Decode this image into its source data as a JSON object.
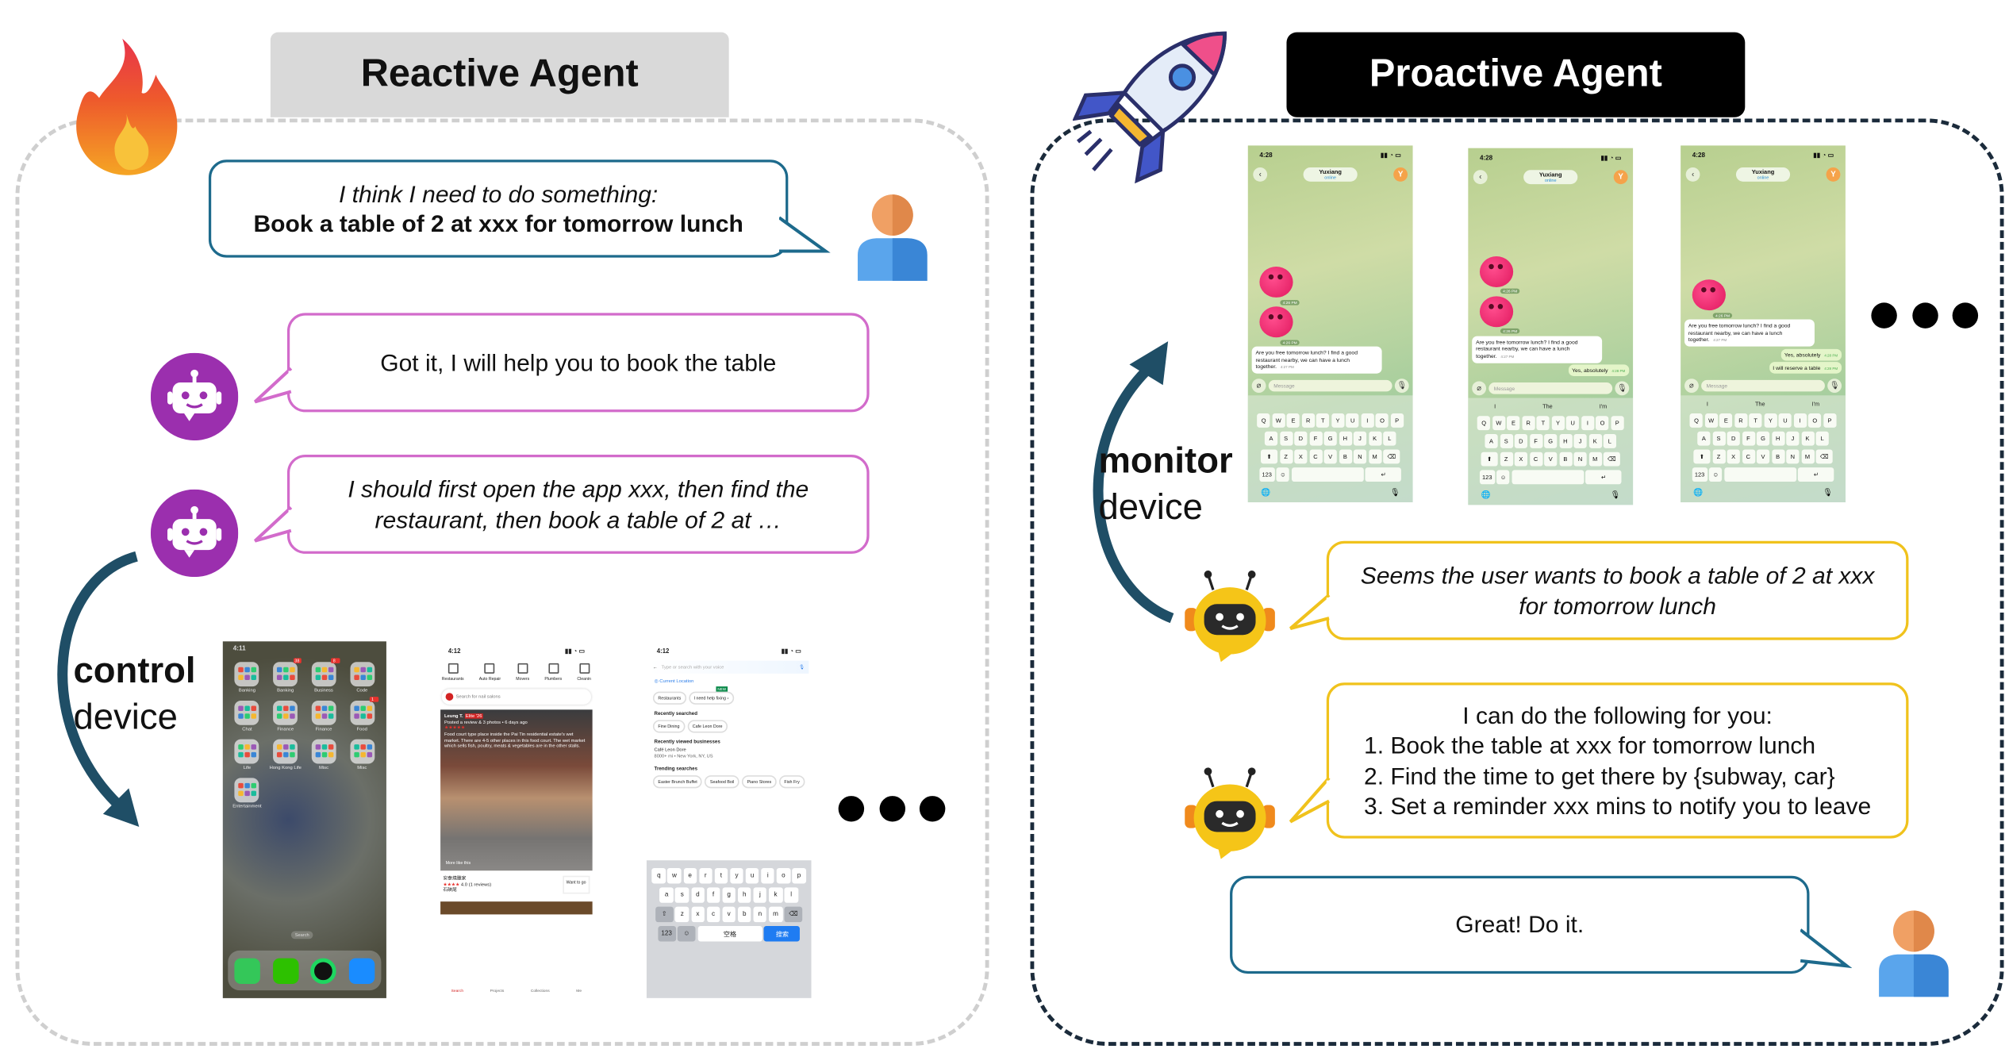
{
  "left": {
    "title": "Reactive Agent",
    "user_bubble": {
      "line1": "I think I need to do something:",
      "line2": "Book a table of 2 at xxx for tomorrow lunch"
    },
    "agent_bubble_1": "Got it, I will help you to book the table",
    "agent_bubble_2": {
      "line1": "I should first open the app xxx, then find the",
      "line2": "restaurant, then book a table of 2 at …"
    },
    "side_label": {
      "bold": "control",
      "normal": "device"
    },
    "home_screen": {
      "time": "4:11",
      "folders": [
        {
          "label": "Banking",
          "badge": ""
        },
        {
          "label": "Banking",
          "badge": "38"
        },
        {
          "label": "Business",
          "badge": "8"
        },
        {
          "label": "Code",
          "badge": ""
        },
        {
          "label": "Chat",
          "badge": ""
        },
        {
          "label": "Finance",
          "badge": ""
        },
        {
          "label": "Finance",
          "badge": ""
        },
        {
          "label": "Food",
          "badge": "1"
        },
        {
          "label": "Life",
          "badge": ""
        },
        {
          "label": "Hong Kong Life",
          "badge": ""
        },
        {
          "label": "Misc",
          "badge": ""
        },
        {
          "label": "Misc",
          "badge": ""
        },
        {
          "label": "Entertainment",
          "badge": ""
        }
      ],
      "search": "Search"
    },
    "yelp_screen": {
      "time": "4:12",
      "categories": [
        "Restaurants",
        "Auto Repair",
        "Movers",
        "Plumbers",
        "Cleanin"
      ],
      "search_placeholder": "Search for nail salons",
      "reviewer": "Leung T.",
      "elite": "Elite '26",
      "posted": "Posted a review & 3 photos • 6 days ago",
      "review": "Food court type place inside the Pai Tin residential estate's wet market. There are 4-5 other places in this food court. The wet market which sells fish, poultry, meats & vegetables are in the other stalls.",
      "more_like_this": "More like this",
      "biz_name": "安泰燒臘家",
      "rating": "4.0 (1 reviews)",
      "area": "石硤尾",
      "want_to_go": "Want to go",
      "tabs": [
        "Search",
        "Projects",
        "Collections",
        "Me"
      ]
    },
    "search_screen": {
      "time": "4:12",
      "placeholder": "Type or search with your voice",
      "current_location": "Current Location",
      "chips": [
        "Restaurants",
        "I need help fixing"
      ],
      "new_badge": "NEW",
      "recently_searched_title": "Recently searched",
      "recently_searched": [
        "Fine Dining",
        "Cafe Leon Dore"
      ],
      "recently_viewed_title": "Recently viewed businesses",
      "viewed_name": "Café Leon Dore",
      "viewed_meta": "8000+ mi • New York, NY, US",
      "trending_title": "Trending searches",
      "trending": [
        "Easter Brunch Buffet",
        "Seafood Boil",
        "Piano Stores",
        "Fish Fry"
      ],
      "keyboard": [
        [
          "q",
          "w",
          "e",
          "r",
          "t",
          "y",
          "u",
          "i",
          "o",
          "p"
        ],
        [
          "a",
          "s",
          "d",
          "f",
          "g",
          "h",
          "j",
          "k",
          "l"
        ],
        [
          "⇧",
          "z",
          "x",
          "c",
          "v",
          "b",
          "n",
          "m",
          "⌫"
        ]
      ],
      "key_123": "123",
      "key_space": "空格",
      "key_search": "搜索"
    }
  },
  "right": {
    "title": "Proactive Agent",
    "side_label": {
      "bold": "monitor",
      "normal": "device"
    },
    "chat_screens": [
      {
        "time": "4:28",
        "contact": "Yuxiang",
        "status": "online",
        "stickers": [
          "4:26 PM",
          "4:26 PM"
        ],
        "incoming": "Are you free tomorrow lunch? I find a good restaurant nearby, we can have a lunch together.",
        "incoming_time": "4:27 PM",
        "outgoing": [],
        "suggestions": []
      },
      {
        "time": "4:28",
        "contact": "Yuxiang",
        "status": "online",
        "stickers": [
          "4:26 PM",
          "4:26 PM"
        ],
        "incoming": "Are you free tomorrow lunch? I find a good restaurant nearby, we can have a lunch together.",
        "incoming_time": "4:27 PM",
        "outgoing": [
          {
            "text": "Yes, absolutely",
            "time": "4:28 PM"
          }
        ],
        "suggestions": [
          "I",
          "The",
          "I'm"
        ]
      },
      {
        "time": "4:28",
        "contact": "Yuxiang",
        "status": "online",
        "stickers": [
          "4:26 PM"
        ],
        "incoming": "Are you free tomorrow lunch? I find a good restaurant nearby, we can have a lunch together.",
        "incoming_time": "4:27 PM",
        "outgoing": [
          {
            "text": "Yes, absolutely",
            "time": "4:28 PM"
          },
          {
            "text": "I will reserve a table",
            "time": "4:28 PM"
          }
        ],
        "suggestions": [
          "I",
          "The",
          "I'm"
        ]
      }
    ],
    "chat_input_placeholder": "Message",
    "chat_keyboard": [
      [
        "Q",
        "W",
        "E",
        "R",
        "T",
        "Y",
        "U",
        "I",
        "O",
        "P"
      ],
      [
        "A",
        "S",
        "D",
        "F",
        "G",
        "H",
        "J",
        "K",
        "L"
      ],
      [
        "⬆",
        "Z",
        "X",
        "C",
        "V",
        "B",
        "N",
        "M",
        "⌫"
      ]
    ],
    "chat_key_123": "123",
    "agent_bubble_1": {
      "line1": "Seems the user wants to book a table of 2 at xxx",
      "line2": "for tomorrow lunch"
    },
    "agent_bubble_2": {
      "intro": "I can do the following for you:",
      "items": [
        "1.   Book the table at xxx for tomorrow lunch",
        "2.   Find the time to get there by {subway, car}",
        "3.   Set a reminder xxx mins to notify you to leave"
      ]
    },
    "user_bubble": "Great! Do it."
  },
  "colors": {
    "blue_border": "#1d6a8c",
    "pink_border": "#d26bcb",
    "yellow_border": "#f0c21c",
    "arrow": "#1f4e66",
    "purple_robot": "#9b2fae"
  }
}
